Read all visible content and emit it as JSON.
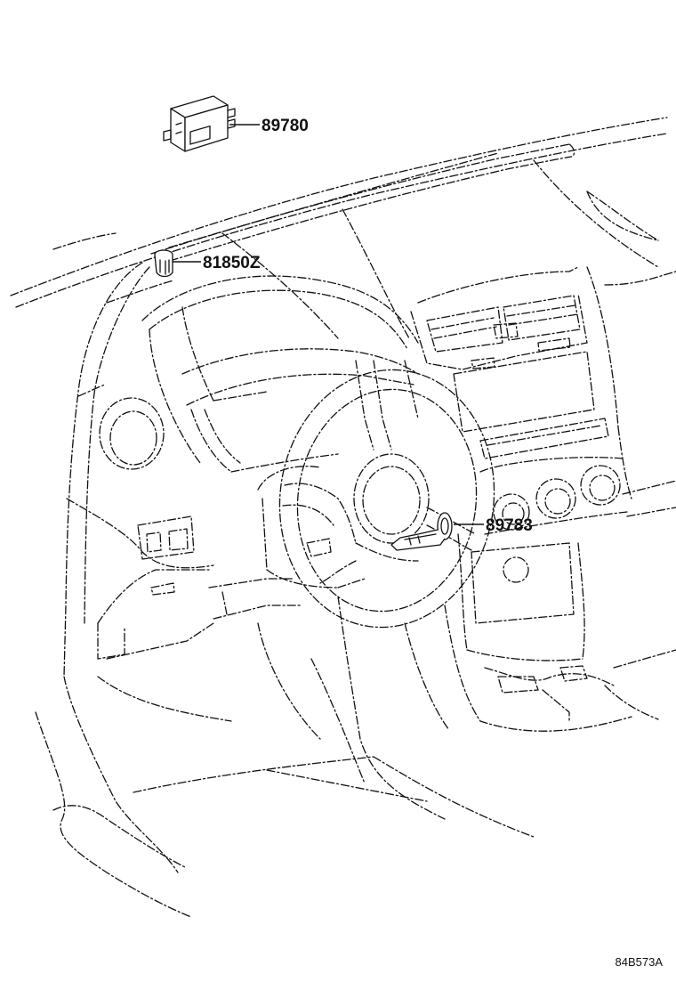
{
  "callouts": [
    {
      "id": "part-89780",
      "label": "89780"
    },
    {
      "id": "part-81850z",
      "label": "81850Z"
    },
    {
      "id": "part-89783",
      "label": "89783"
    }
  ],
  "figure_code": "84B573A",
  "colors": {
    "line": "#111111",
    "background": "#ffffff"
  }
}
